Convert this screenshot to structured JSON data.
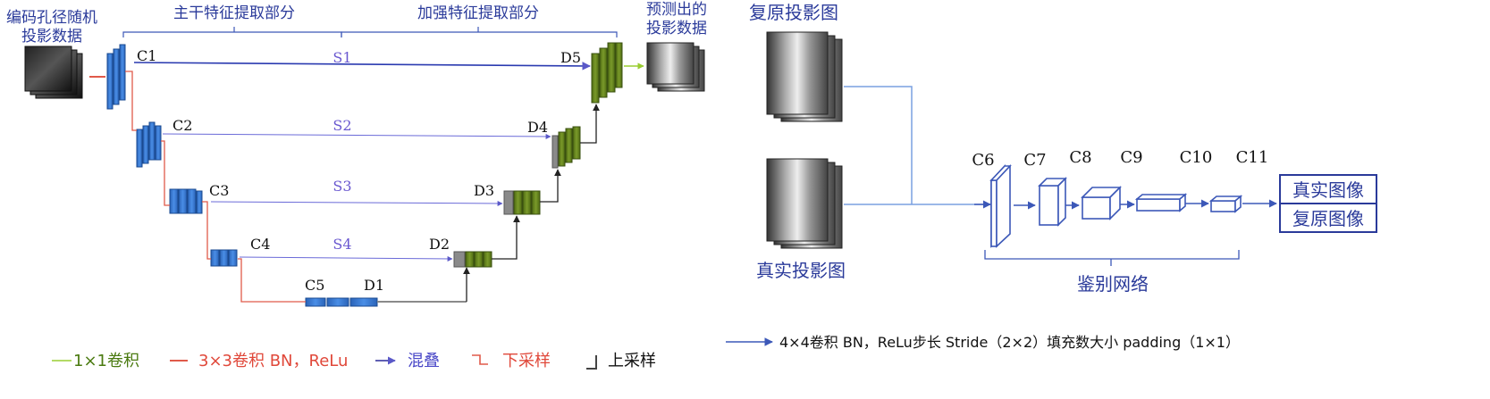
{
  "generator": {
    "input_label_line1": "编码孔径随机",
    "input_label_line2": "投影数据",
    "backbone_title": "主干特征提取部分",
    "enhance_title": "加强特征提取部分",
    "output_label_line1": "预测出的",
    "output_label_line2": "投影数据",
    "encoder_labels": [
      "C1",
      "C2",
      "C3",
      "C4",
      "C5"
    ],
    "decoder_labels": [
      "D1",
      "D2",
      "D3",
      "D4",
      "D5"
    ],
    "skip_labels": [
      "S1",
      "S2",
      "S3",
      "S4"
    ]
  },
  "discriminator": {
    "restored_label": "复原投影图",
    "real_label": "真实投影图",
    "layer_labels": [
      "C6",
      "C7",
      "C8",
      "C9",
      "C10",
      "C11"
    ],
    "output_real": "真实图像",
    "output_restored": "复原图像",
    "network_label": "鉴别网络"
  },
  "legend": {
    "conv1x1": "1×1卷积",
    "conv3x3": "3×3卷积 BN，ReLu",
    "mix": "混叠",
    "downsample": "下采样",
    "upsample": "上采样",
    "conv4x4": "4×4卷积 BN，ReLu步长 Stride（2×2）填充数大小 padding（1×1）"
  },
  "colors": {
    "blue_block": "#3f7fd6",
    "green_block": "#6a8a1e",
    "red_line": "#e05a4a",
    "skip_line": "#7a6ad6",
    "disc_line": "#3c58b8",
    "conv1x1_line": "#9acd32",
    "gray": "#8a8a8a"
  }
}
